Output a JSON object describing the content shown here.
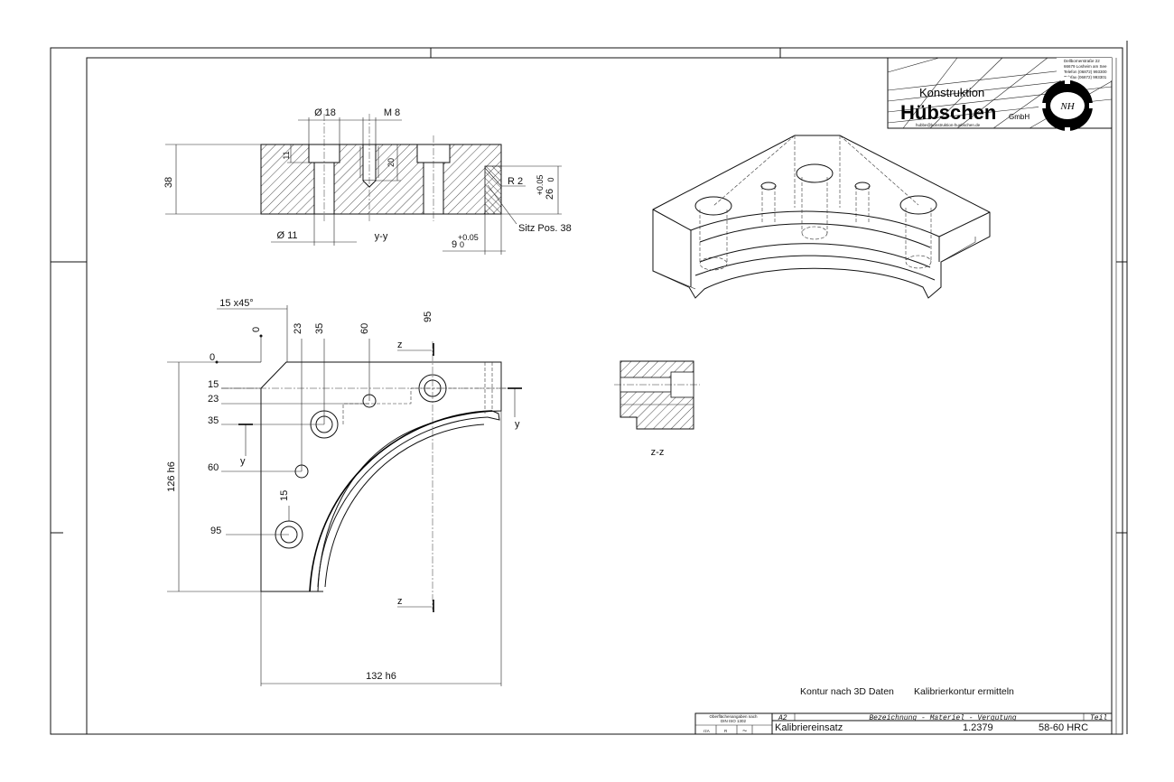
{
  "section_yy": {
    "labels": {
      "dia18": "Ø 18",
      "m8": "M 8",
      "h38": "38",
      "h11": "11",
      "h20": "20",
      "r2": "R 2",
      "tol_upper": "+0.05",
      "tol_lower": "0",
      "h26": "26",
      "dia11": "Ø 11",
      "section": "y-y",
      "w9": "9",
      "w9_upper": "+0.05",
      "w9_lower": "0",
      "seat": "Sitz Pos. 38"
    }
  },
  "plan_view": {
    "chamfer": "15 x45°",
    "x_ticks": [
      "0",
      "23",
      "35",
      "60",
      "95"
    ],
    "y_ticks": [
      "0",
      "15",
      "23",
      "35",
      "60",
      "95"
    ],
    "hole_dim_15": "15",
    "height": "126 h6",
    "width": "132 h6",
    "cut_z": "z",
    "cut_y": "y"
  },
  "section_zz": {
    "label": "z-z"
  },
  "notes": {
    "contour": "Kontur nach 3D Daten",
    "calibration": "Kalibrierkontur ermitteln"
  },
  "title_block": {
    "surface_note_1": "Oberflächenangaben nach",
    "surface_note_2": "DIN ISO 1302",
    "size": "A2",
    "header": "Bezeichnung - Materiel - Vergutung",
    "part": "Teil",
    "name": "Kalibriereinsatz",
    "material": "1.2379",
    "hardness": "58-60 HRC",
    "surface_1": "rzA",
    "surface_2": "R",
    "surface_3": "~"
  },
  "company": {
    "line1": "Konstruktion",
    "name": "Hübschen",
    "suffix": "GmbH",
    "monogram": "NH",
    "address_1": "Dellbornerstraße 22",
    "address_2": "66679 Losheim am See",
    "phone": "Telefon (06872) 993300",
    "fax": "Telefax (06872) 993301",
    "email": "hubbe@konstruktion-huebschen.de"
  },
  "colors": {
    "line": "#111111",
    "hatch": "#222222",
    "paper": "#ffffff"
  }
}
